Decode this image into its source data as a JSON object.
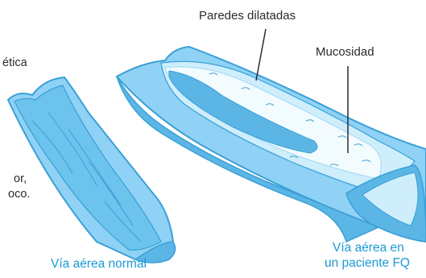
{
  "labels": {
    "dilated_walls": "Paredes dilatadas",
    "mucus": "Mucosidad",
    "normal_airway": "Vía aérea normal",
    "cf_airway_line1": "Vía aérea en",
    "cf_airway_line2": "un paciente FQ"
  },
  "cropped_text": {
    "frag1": "ética",
    "frag2": "or,",
    "frag3": "oco."
  },
  "colors": {
    "airway_blue": "#8fd2f5",
    "airway_dark": "#5bb6e6",
    "mucus": "#f2fbfe",
    "outline": "#3a9fd6",
    "label_blue": "#1a9ad6"
  }
}
